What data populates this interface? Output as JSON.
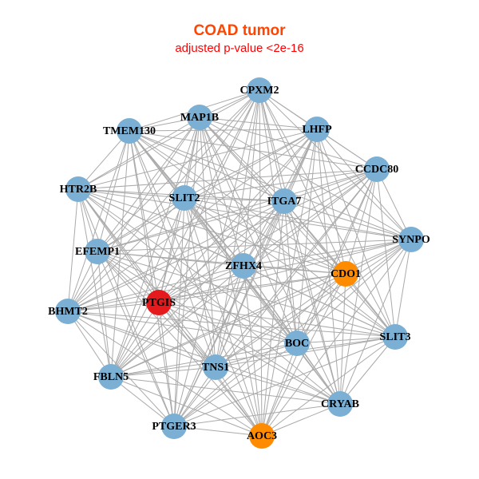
{
  "title": "COAD tumor",
  "subtitle": "adjusted p-value <2e-16",
  "colors": {
    "title": "#FF4500",
    "subtitle": "#FF0000",
    "default_node": "#7BAFD4",
    "orange_node": "#FF8C00",
    "red_node": "#E41A1C",
    "edge": "#AAAAAA"
  },
  "nodes": [
    {
      "id": "CPXM2",
      "color": "default_node"
    },
    {
      "id": "MAP1B",
      "color": "default_node"
    },
    {
      "id": "TMEM130",
      "color": "default_node"
    },
    {
      "id": "LHFP",
      "color": "default_node"
    },
    {
      "id": "CCDC80",
      "color": "default_node"
    },
    {
      "id": "HTR2B",
      "color": "default_node"
    },
    {
      "id": "SLIT2",
      "color": "default_node"
    },
    {
      "id": "ITGA7",
      "color": "default_node"
    },
    {
      "id": "SYNPO",
      "color": "default_node"
    },
    {
      "id": "EFEMP1",
      "color": "default_node"
    },
    {
      "id": "ZFHX4",
      "color": "default_node"
    },
    {
      "id": "CDO1",
      "color": "orange_node"
    },
    {
      "id": "BHMT2",
      "color": "default_node"
    },
    {
      "id": "PTGIS",
      "color": "red_node"
    },
    {
      "id": "BOC",
      "color": "default_node"
    },
    {
      "id": "SLIT3",
      "color": "default_node"
    },
    {
      "id": "TNS1",
      "color": "default_node"
    },
    {
      "id": "FBLN5",
      "color": "default_node"
    },
    {
      "id": "CRYAB",
      "color": "default_node"
    },
    {
      "id": "PTGER3",
      "color": "default_node"
    },
    {
      "id": "AOC3",
      "color": "orange_node"
    }
  ],
  "edges": "all-pairs"
}
